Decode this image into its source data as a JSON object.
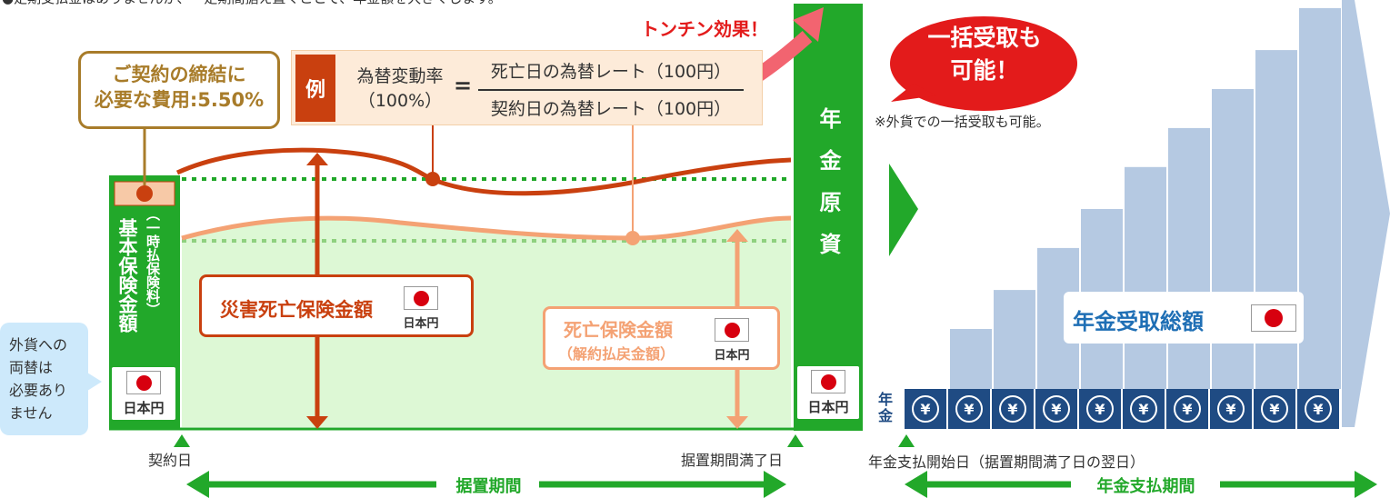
{
  "top_note": "●定期支払金はありませんが、一定期間据え置くことで、年金額を大きくします。",
  "tontine": "トンチン効果！",
  "contract_cost": {
    "line1": "ご契約の締結に",
    "line2": "必要な費用:5.50%"
  },
  "example": {
    "tag": "例",
    "lhs_line1": "為替変動率",
    "lhs_line2": "（100%）",
    "equals": "=",
    "numerator": "死亡日の為替レート（100円）",
    "denominator": "契約日の為替レート（100円）"
  },
  "base_amount": {
    "main": "基本保険金額",
    "sub": "（一時払保険料）",
    "currency": "日本円"
  },
  "accident_death": {
    "label": "災害死亡保険金額",
    "currency": "日本円"
  },
  "death_benefit": {
    "label": "死亡保険金額",
    "sub": "（解約払戻金額）",
    "currency": "日本円"
  },
  "pension_principal": {
    "text": "年金原資",
    "currency": "日本円"
  },
  "exchange_note": {
    "line1": "外貨への",
    "line2": "両替は",
    "line3": "必要あり",
    "line4": "ません"
  },
  "lump_sum": {
    "line1": "一括受取も",
    "line2": "可能！",
    "note": "※外貨での一括受取も可能。"
  },
  "total_label": "年金受取総額",
  "pension_small_label": "年金",
  "yen_symbol": "¥",
  "yen_count": 10,
  "bars_relative": [
    0.0,
    0.2,
    0.33,
    0.47,
    0.6,
    0.74,
    0.87,
    1.0,
    1.13,
    1.27
  ],
  "timeline": {
    "contract_date": "契約日",
    "deferral_end": "据置期間満了日",
    "payment_start": "年金支払開始日（据置期間満了日の翌日）",
    "deferral_period": "据置期間",
    "payment_period": "年金支払期間"
  },
  "colors": {
    "green": "#22a82a",
    "dark_red": "#c9400f",
    "salmon": "#f4a274",
    "light_green": "#ddf8d5",
    "navy": "#1f4b83",
    "bar_blue": "#b5c9e2",
    "gold": "#a87c2a",
    "bubble_red": "#e31b1b"
  }
}
